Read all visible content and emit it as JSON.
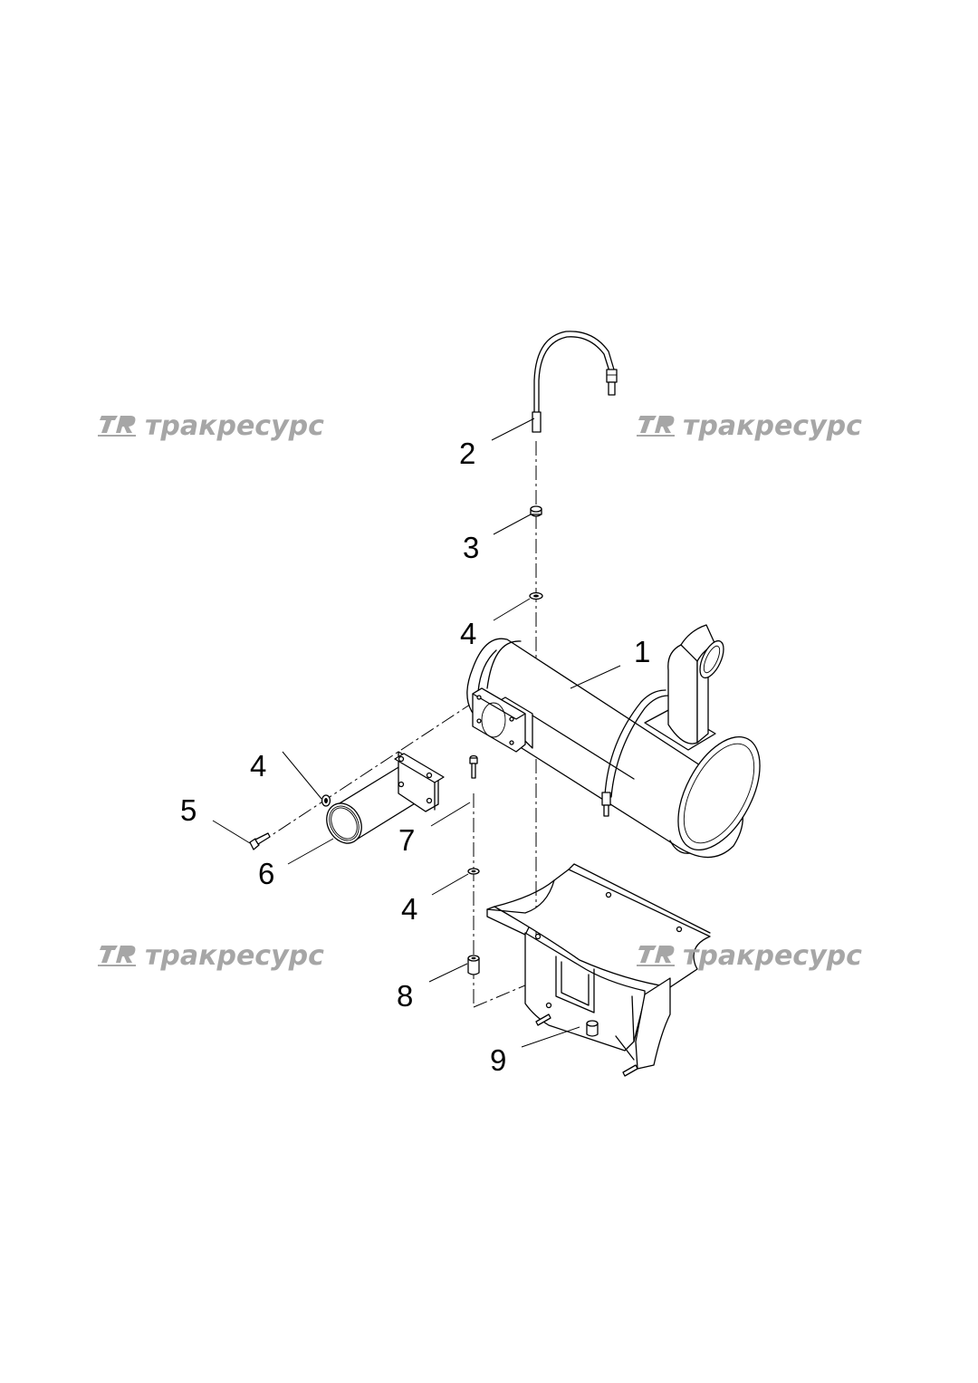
{
  "watermark": {
    "text": "тракресурс",
    "logo_letters": "TR",
    "color": "#a6a6a6"
  },
  "callouts": [
    {
      "id": "muffler",
      "label": "1"
    },
    {
      "id": "cable",
      "label": "2"
    },
    {
      "id": "nut",
      "label": "3"
    },
    {
      "id": "washer-top",
      "label": "4"
    },
    {
      "id": "washer-flange",
      "label": "4"
    },
    {
      "id": "bolt-flange",
      "label": "5"
    },
    {
      "id": "pipe",
      "label": "6"
    },
    {
      "id": "bolt-bracket",
      "label": "7"
    },
    {
      "id": "washer-bracket",
      "label": "4"
    },
    {
      "id": "spacer",
      "label": "8"
    },
    {
      "id": "bracket",
      "label": "9"
    }
  ]
}
